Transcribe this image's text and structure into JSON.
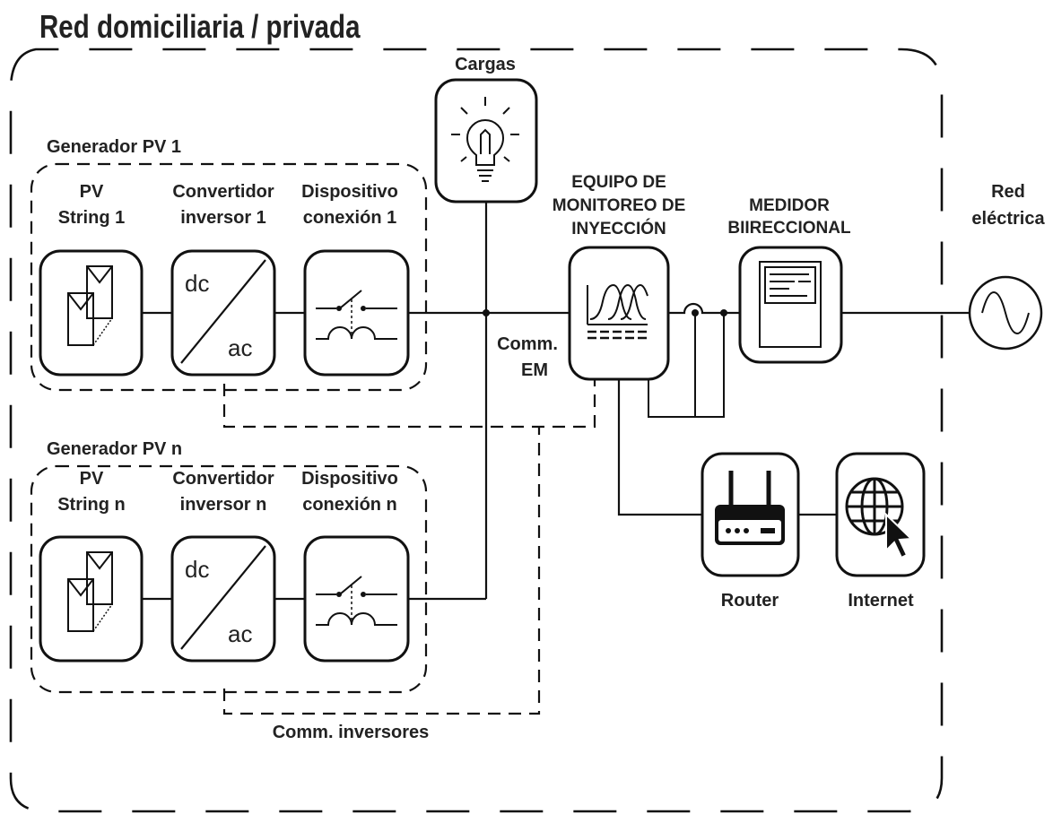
{
  "title": "Red domiciliaria / privada",
  "groups": {
    "gen1": "Generador PV 1",
    "genN": "Generador PV n"
  },
  "row1": {
    "pv": [
      "PV",
      "String 1"
    ],
    "inv": [
      "Convertidor",
      "inversor 1"
    ],
    "dev": [
      "Dispositivo",
      "conexión 1"
    ]
  },
  "rowN": {
    "pv": [
      "PV",
      "String n"
    ],
    "inv": [
      "Convertidor",
      "inversor n"
    ],
    "dev": [
      "Dispositivo",
      "conexión n"
    ]
  },
  "inverter_text": {
    "dc": "dc",
    "ac": "ac"
  },
  "cargas": "Cargas",
  "monitor": [
    "EQUIPO DE",
    "MONITOREO DE",
    "INYECCIÓN"
  ],
  "meter": [
    "MEDIDOR",
    "BIIRECCIONAL"
  ],
  "grid": [
    "Red",
    "eléctrica"
  ],
  "comm_em": [
    "Comm.",
    "EM"
  ],
  "comm_inv": "Comm. inversores",
  "router": "Router",
  "internet": "Internet",
  "icons": [
    "pv-panel-icon",
    "inverter-icon",
    "switch-icon",
    "lightbulb-icon",
    "monitor-chart-icon",
    "meter-icon",
    "ac-source-icon",
    "router-icon",
    "globe-cursor-icon"
  ]
}
